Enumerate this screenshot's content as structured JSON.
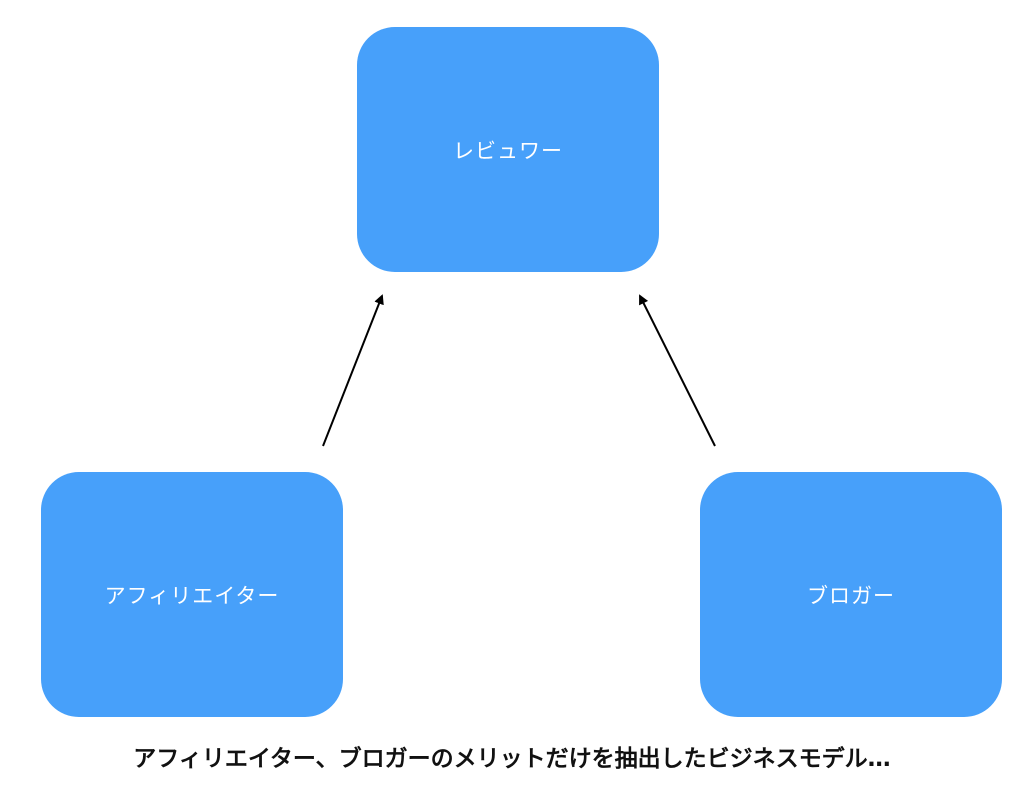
{
  "colors": {
    "node_fill": "#47a0fa",
    "node_text": "#ffffff",
    "arrow": "#000000",
    "caption_text": "#111111"
  },
  "nodes": {
    "top": {
      "label": "レビュワー"
    },
    "left": {
      "label": "アフィリエイター"
    },
    "right": {
      "label": "ブロガー"
    }
  },
  "edges": [
    {
      "from": "left",
      "to": "top"
    },
    {
      "from": "right",
      "to": "top"
    }
  ],
  "caption": "アフィリエイター、ブロガーのメリットだけを抽出したビジネスモデル…"
}
